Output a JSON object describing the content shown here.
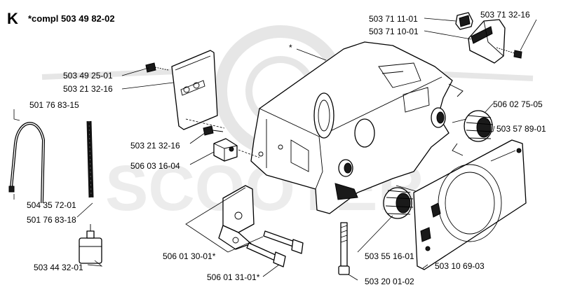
{
  "header": {
    "section_letter": "K",
    "assembly_note": "*compl 503 49 82-02"
  },
  "watermark": {
    "text": "SCOOTER"
  },
  "callouts": {
    "star_marker": "*",
    "p1": "503 49 25-01",
    "p2": "503 21 32-16",
    "p3": "501 76 83-15",
    "p4": "503 21 32-16",
    "p5": "506 03 16-04",
    "p6": "504 35 72-01",
    "p7": "501 76 83-18",
    "p8": "503 44 32-01",
    "p9": "506 01 30-01*",
    "p10": "506 01 31-01*",
    "p11": "503 55 16-01",
    "p12": "503 20 01-02",
    "p13": "503 10 69-03",
    "p14": "503 57 89-01",
    "p15": "506 02 75-05",
    "p16": "503 71 11-01",
    "p17": "503 71 10-01",
    "p18": "503 71 32-16"
  }
}
